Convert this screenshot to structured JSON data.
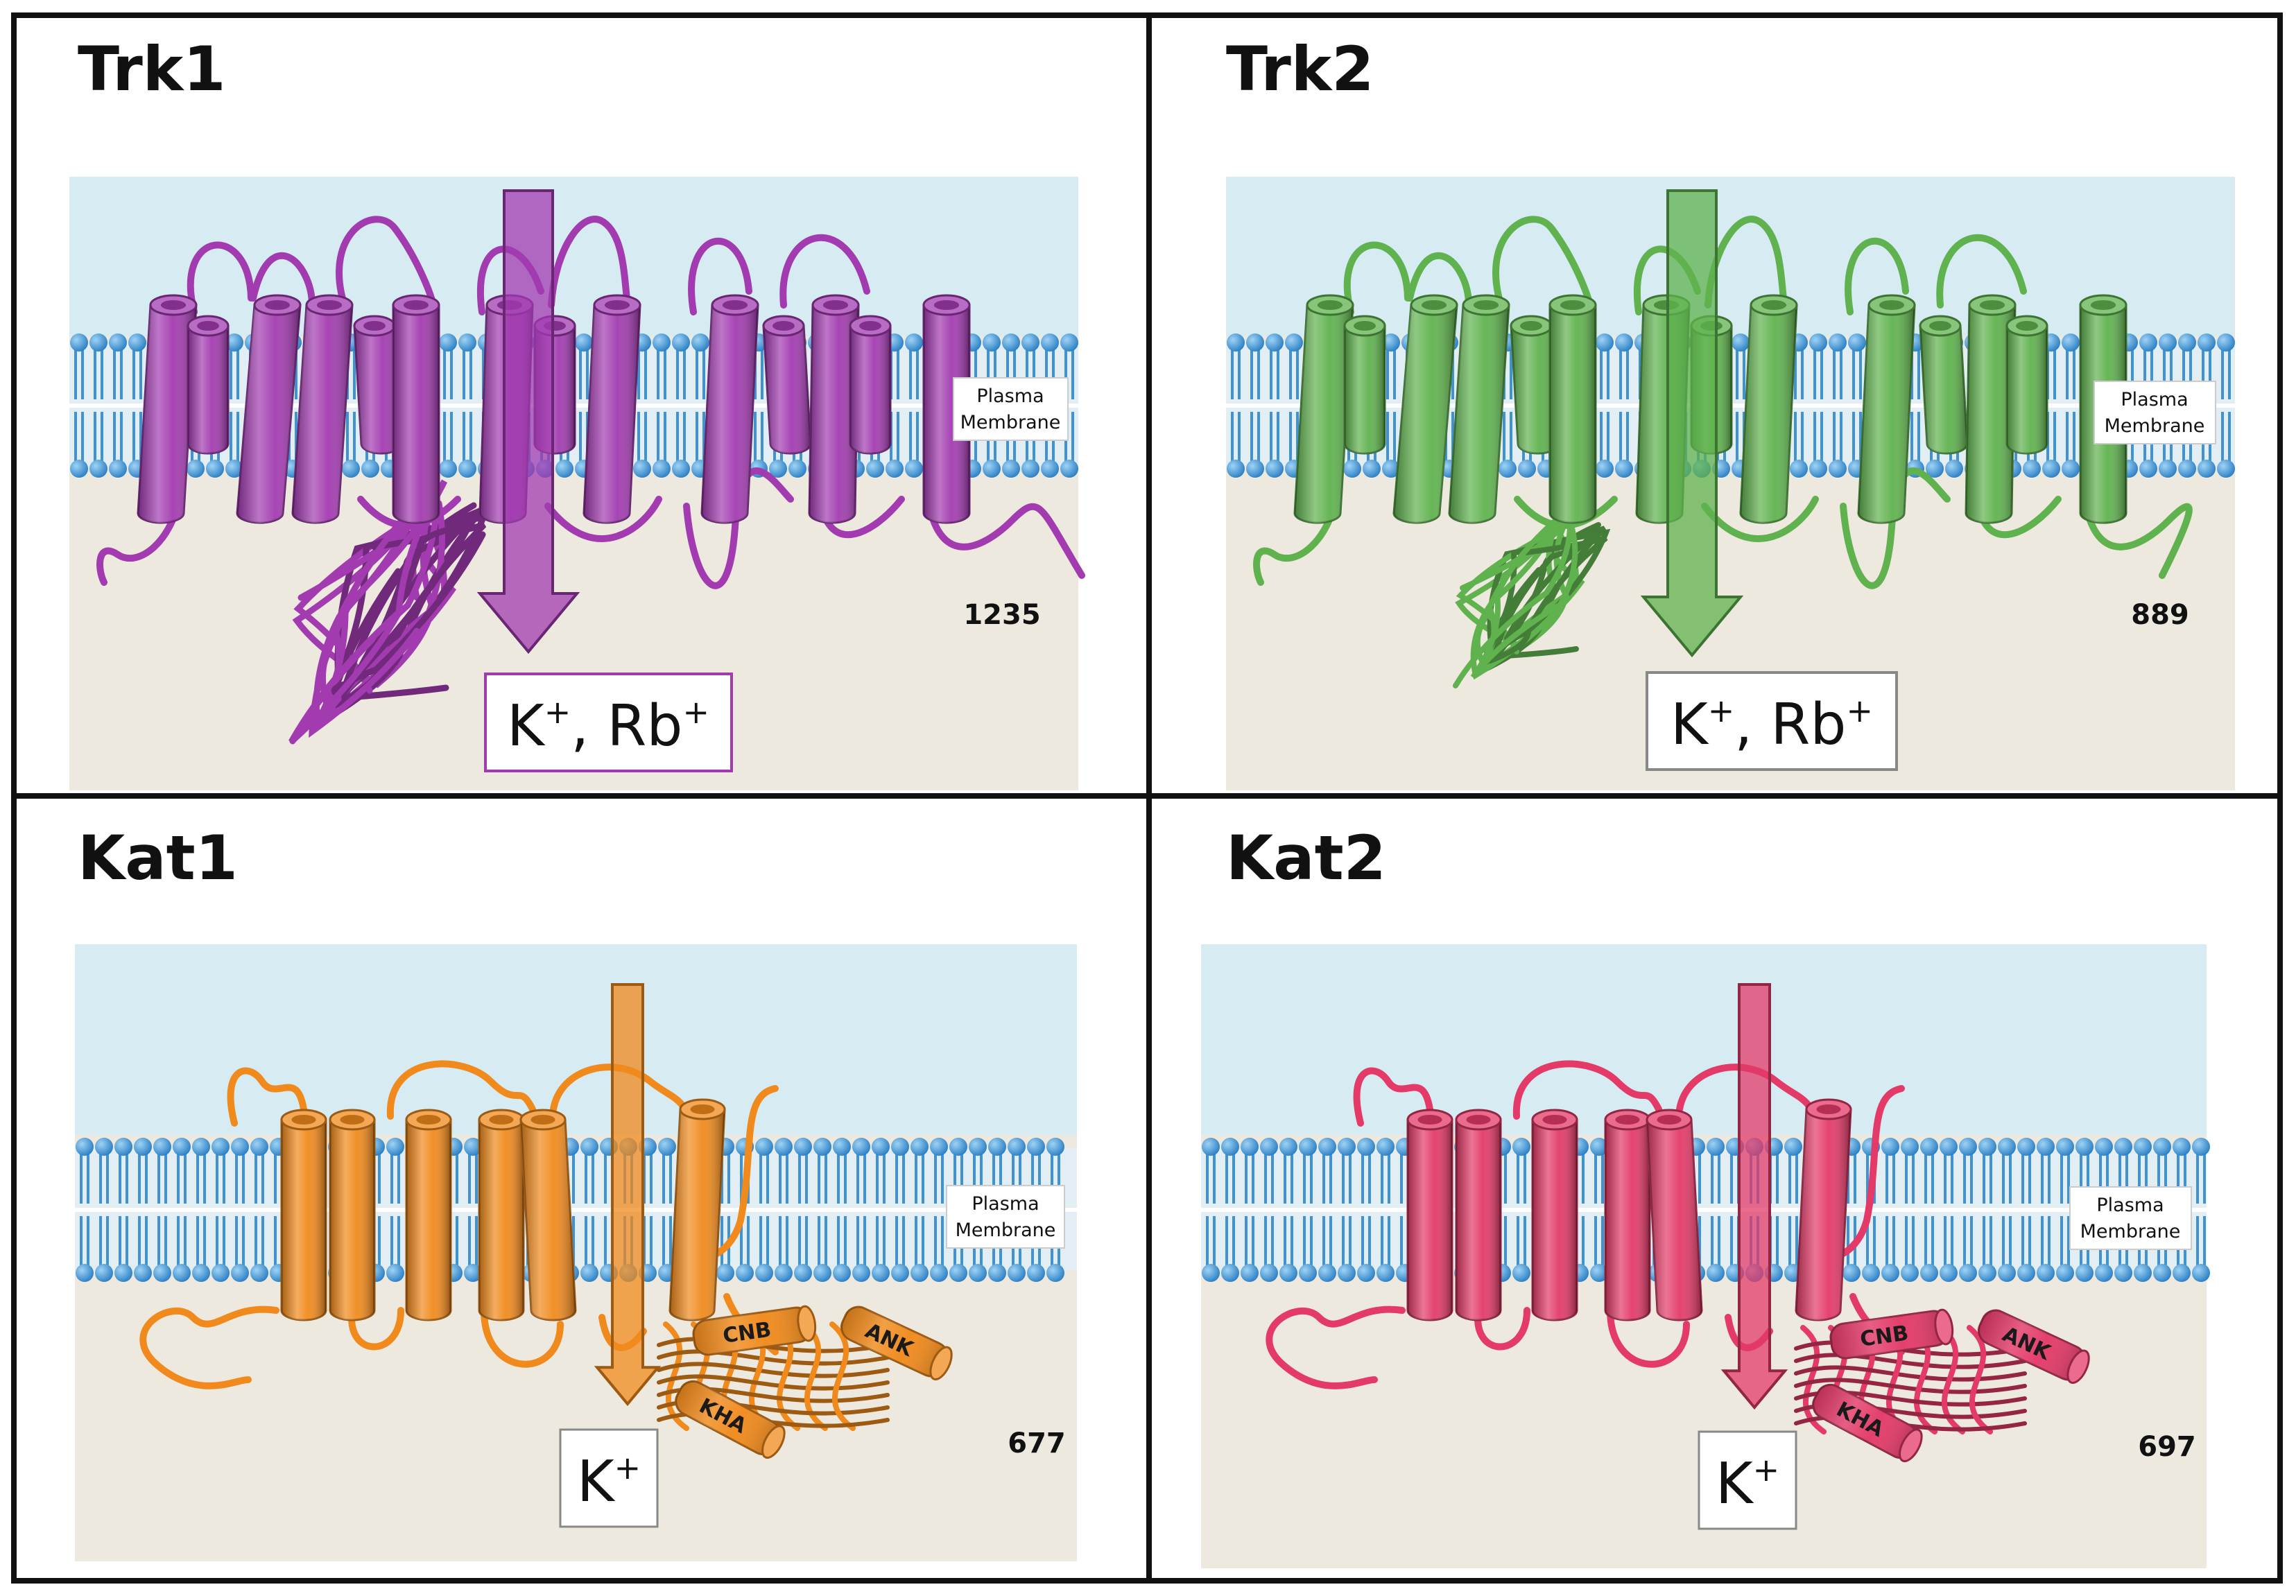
{
  "colors": {
    "frame": "#111111",
    "extracellular": "#d6ecf2",
    "cytoplasm": "#eee9df",
    "lipid_head": "#3f93d3",
    "lipid_tail": "#3f93d3",
    "trk1": "#a23bb0",
    "trk2": "#5fb24e",
    "kat1": "#f08a1c",
    "kat2": "#e33a68"
  },
  "panels": [
    {
      "title": "Trk1",
      "membrane_label": [
        "Plasma",
        "Membrane"
      ],
      "length": "1235",
      "ion": {
        "pre": "K",
        "sup1": "+",
        "mid": ", Rb",
        "sup2": "+"
      },
      "color_key": "trk1",
      "domains": []
    },
    {
      "title": "Trk2",
      "membrane_label": [
        "Plasma",
        "Membrane"
      ],
      "length": "889",
      "ion": {
        "pre": "K",
        "sup1": "+",
        "mid": ", Rb",
        "sup2": "+"
      },
      "color_key": "trk2",
      "domains": []
    },
    {
      "title": "Kat1",
      "membrane_label": [
        "Plasma",
        "Membrane"
      ],
      "length": "677",
      "ion": {
        "pre": "K",
        "sup1": "+",
        "mid": "",
        "sup2": ""
      },
      "color_key": "kat1",
      "domains": [
        "CNB",
        "ANK",
        "KHA"
      ]
    },
    {
      "title": "Kat2",
      "membrane_label": [
        "Plasma",
        "Membrane"
      ],
      "length": "697",
      "ion": {
        "pre": "K",
        "sup1": "+",
        "mid": "",
        "sup2": ""
      },
      "color_key": "kat2",
      "domains": [
        "CNB",
        "ANK",
        "KHA"
      ]
    }
  ]
}
